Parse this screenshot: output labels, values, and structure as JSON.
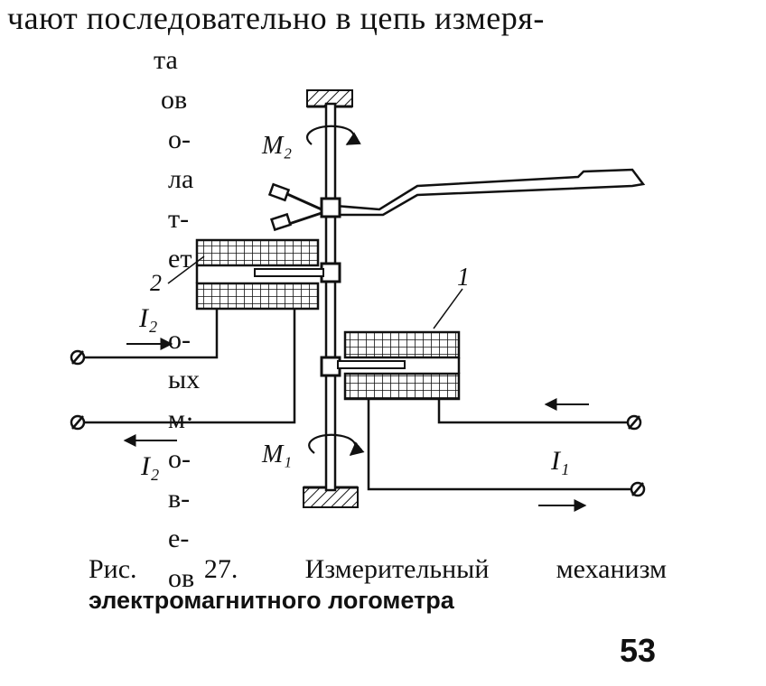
{
  "page": {
    "top_line": "чают последовательно в цепь измеря-",
    "side_fragments": [
      "та",
      "ов",
      "о-",
      "ла",
      "т-",
      "ет",
      "о-",
      "ых",
      "м·",
      "о-",
      "в-",
      "е-",
      "ов"
    ],
    "caption_line1_a": "Рис.",
    "caption_line1_b": "27.",
    "caption_line1_c": "Измерительный",
    "caption_line1_d": "механизм",
    "caption_line2": "электромагнитного логометра",
    "page_number": "53"
  },
  "figure": {
    "label_m2": "M₂",
    "label_m1": "M₁",
    "label_coil2": "2",
    "label_coil1": "1",
    "label_i2_top": "I₂",
    "label_i2_bottom": "I₂",
    "label_i1": "I₁"
  }
}
